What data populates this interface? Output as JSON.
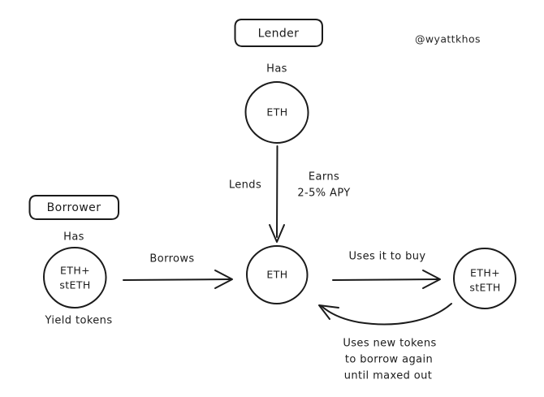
{
  "diagram": {
    "title_watermark": "@wyattkhos",
    "boxes": [
      {
        "id": "lender",
        "label": "Lender"
      },
      {
        "id": "borrower",
        "label": "Borrower"
      }
    ],
    "nodes": [
      {
        "id": "lender-eth",
        "line1": "ETH",
        "line2": ""
      },
      {
        "id": "borrower-assets",
        "line1": "ETH+",
        "line2": "stETH"
      },
      {
        "id": "center-eth",
        "line1": "ETH",
        "line2": ""
      },
      {
        "id": "bought-assets",
        "line1": "ETH+",
        "line2": "stETH"
      }
    ],
    "annotations": {
      "lender_has": "Has",
      "borrower_has": "Has",
      "yield_tokens": "Yield tokens"
    },
    "edges": [
      {
        "id": "lends",
        "label": "Lends"
      },
      {
        "id": "earns",
        "label_line1": "Earns",
        "label_line2": "2-5% APY"
      },
      {
        "id": "borrows",
        "label": "Borrows"
      },
      {
        "id": "uses-it-to-buy",
        "label": "Uses it to buy"
      },
      {
        "id": "loop-back",
        "label_line1": "Uses new tokens",
        "label_line2": "to borrow again",
        "label_line3": "until maxed out"
      }
    ],
    "colors": {
      "background": "#ffffff",
      "ink": "#1b1b1b"
    }
  }
}
